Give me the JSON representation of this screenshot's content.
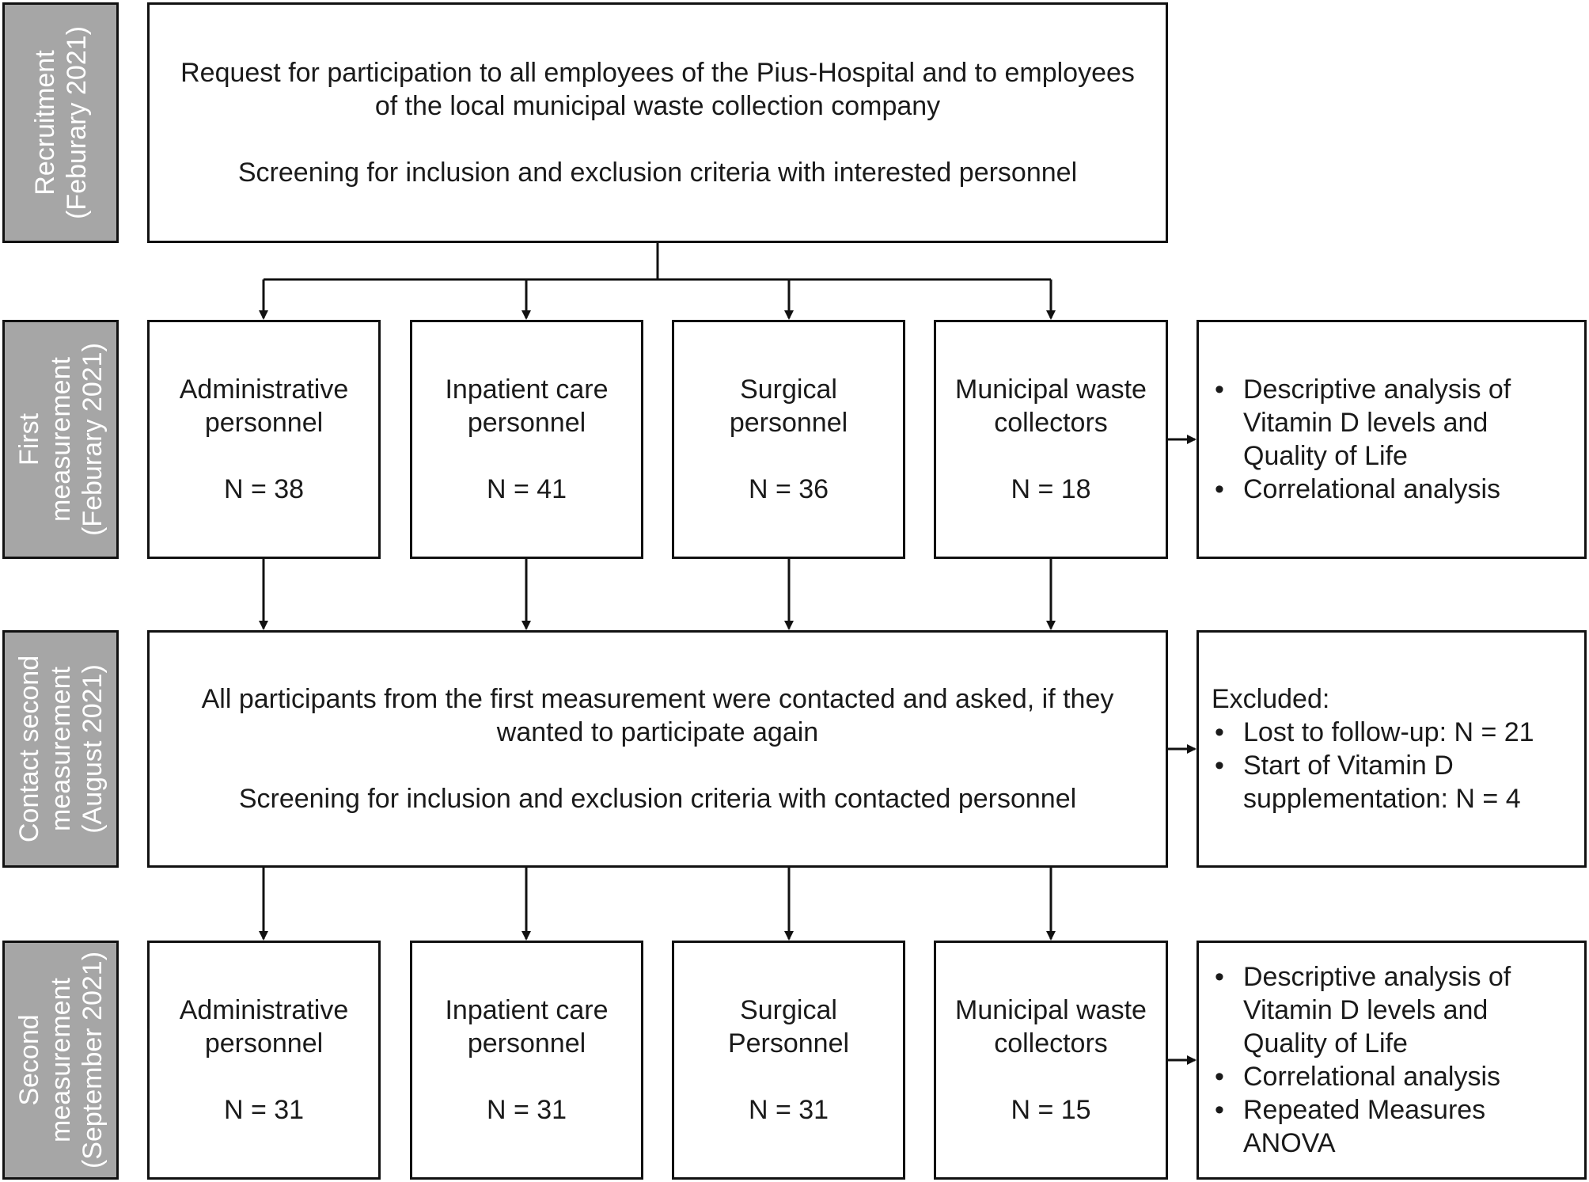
{
  "stages": [
    {
      "line1": "Recruitment",
      "line2": "(Feburary 2021)",
      "line3": ""
    },
    {
      "line1": "First",
      "line2": "measurement",
      "line3": "(Feburary 2021)"
    },
    {
      "line1": "Contact second",
      "line2": "measurement",
      "line3": "(August 2021)"
    },
    {
      "line1": "Second",
      "line2": "measurement",
      "line3": "(September 2021)"
    }
  ],
  "recruitment_box": {
    "line1": "Request for participation to all employees of the Pius-Hospital and to employees",
    "line2": "of the local municipal waste collection company",
    "line3": "Screening for inclusion and exclusion criteria with interested personnel"
  },
  "first_groups": [
    {
      "label1": "Administrative",
      "label2": "personnel",
      "n": "N = 38"
    },
    {
      "label1": "Inpatient  care",
      "label2": "personnel",
      "n": "N = 41"
    },
    {
      "label1": "Surgical",
      "label2": "personnel",
      "n": "N = 36"
    },
    {
      "label1": "Municipal waste",
      "label2": "collectors",
      "n": "N = 18"
    }
  ],
  "first_analysis": [
    "Descriptive analysis of Vitamin D levels and Quality of Life",
    "Correlational analysis"
  ],
  "contact_box": {
    "line1": "All participants from the first measurement were contacted and asked, if they",
    "line2": "wanted to participate again",
    "line3": "Screening for inclusion and exclusion criteria with contacted personnel"
  },
  "excluded": {
    "heading": "Excluded:",
    "items": [
      "Lost to follow-up:  N = 21",
      "Start of Vitamin D supplementation:  N = 4"
    ]
  },
  "second_groups": [
    {
      "label1": "Administrative",
      "label2": "personnel",
      "n": "N = 31"
    },
    {
      "label1": "Inpatient  care",
      "label2": "personnel",
      "n": "N = 31"
    },
    {
      "label1": "Surgical",
      "label2": "Personnel",
      "n": "N = 31"
    },
    {
      "label1": "Municipal waste",
      "label2": "collectors",
      "n": "N = 15"
    }
  ],
  "second_analysis": [
    "Descriptive analysis of Vitamin D levels and Quality of Life",
    "Correlational analysis",
    "Repeated Measures ANOVA"
  ]
}
